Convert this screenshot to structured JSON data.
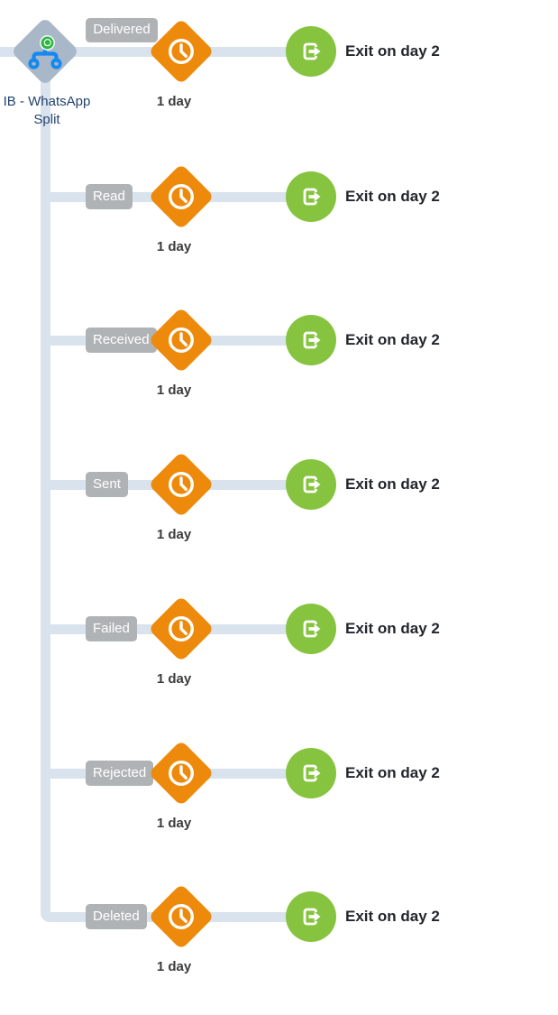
{
  "split": {
    "label": "IB - WhatsApp Split"
  },
  "branches": [
    {
      "label": "Delivered",
      "wait": "1 day",
      "exit": "Exit on day 2"
    },
    {
      "label": "Read",
      "wait": "1 day",
      "exit": "Exit on day 2"
    },
    {
      "label": "Received",
      "wait": "1 day",
      "exit": "Exit on day 2"
    },
    {
      "label": "Sent",
      "wait": "1 day",
      "exit": "Exit on day 2"
    },
    {
      "label": "Failed",
      "wait": "1 day",
      "exit": "Exit on day 2"
    },
    {
      "label": "Rejected",
      "wait": "1 day",
      "exit": "Exit on day 2"
    },
    {
      "label": "Deleted",
      "wait": "1 day",
      "exit": "Exit on day 2"
    }
  ],
  "colors": {
    "connector": "#D9E3EE",
    "wait_orange": "#EE8A0B",
    "exit_green": "#86C440",
    "badge_gray": "#B0B3B5",
    "split_diamond": "#A9B8C8",
    "split_icon_blue": "#1589EE",
    "whatsapp_green": "#2CB742",
    "label_navy": "#24436E",
    "text_dark": "#3C3C3B",
    "exit_text": "#23262B"
  }
}
